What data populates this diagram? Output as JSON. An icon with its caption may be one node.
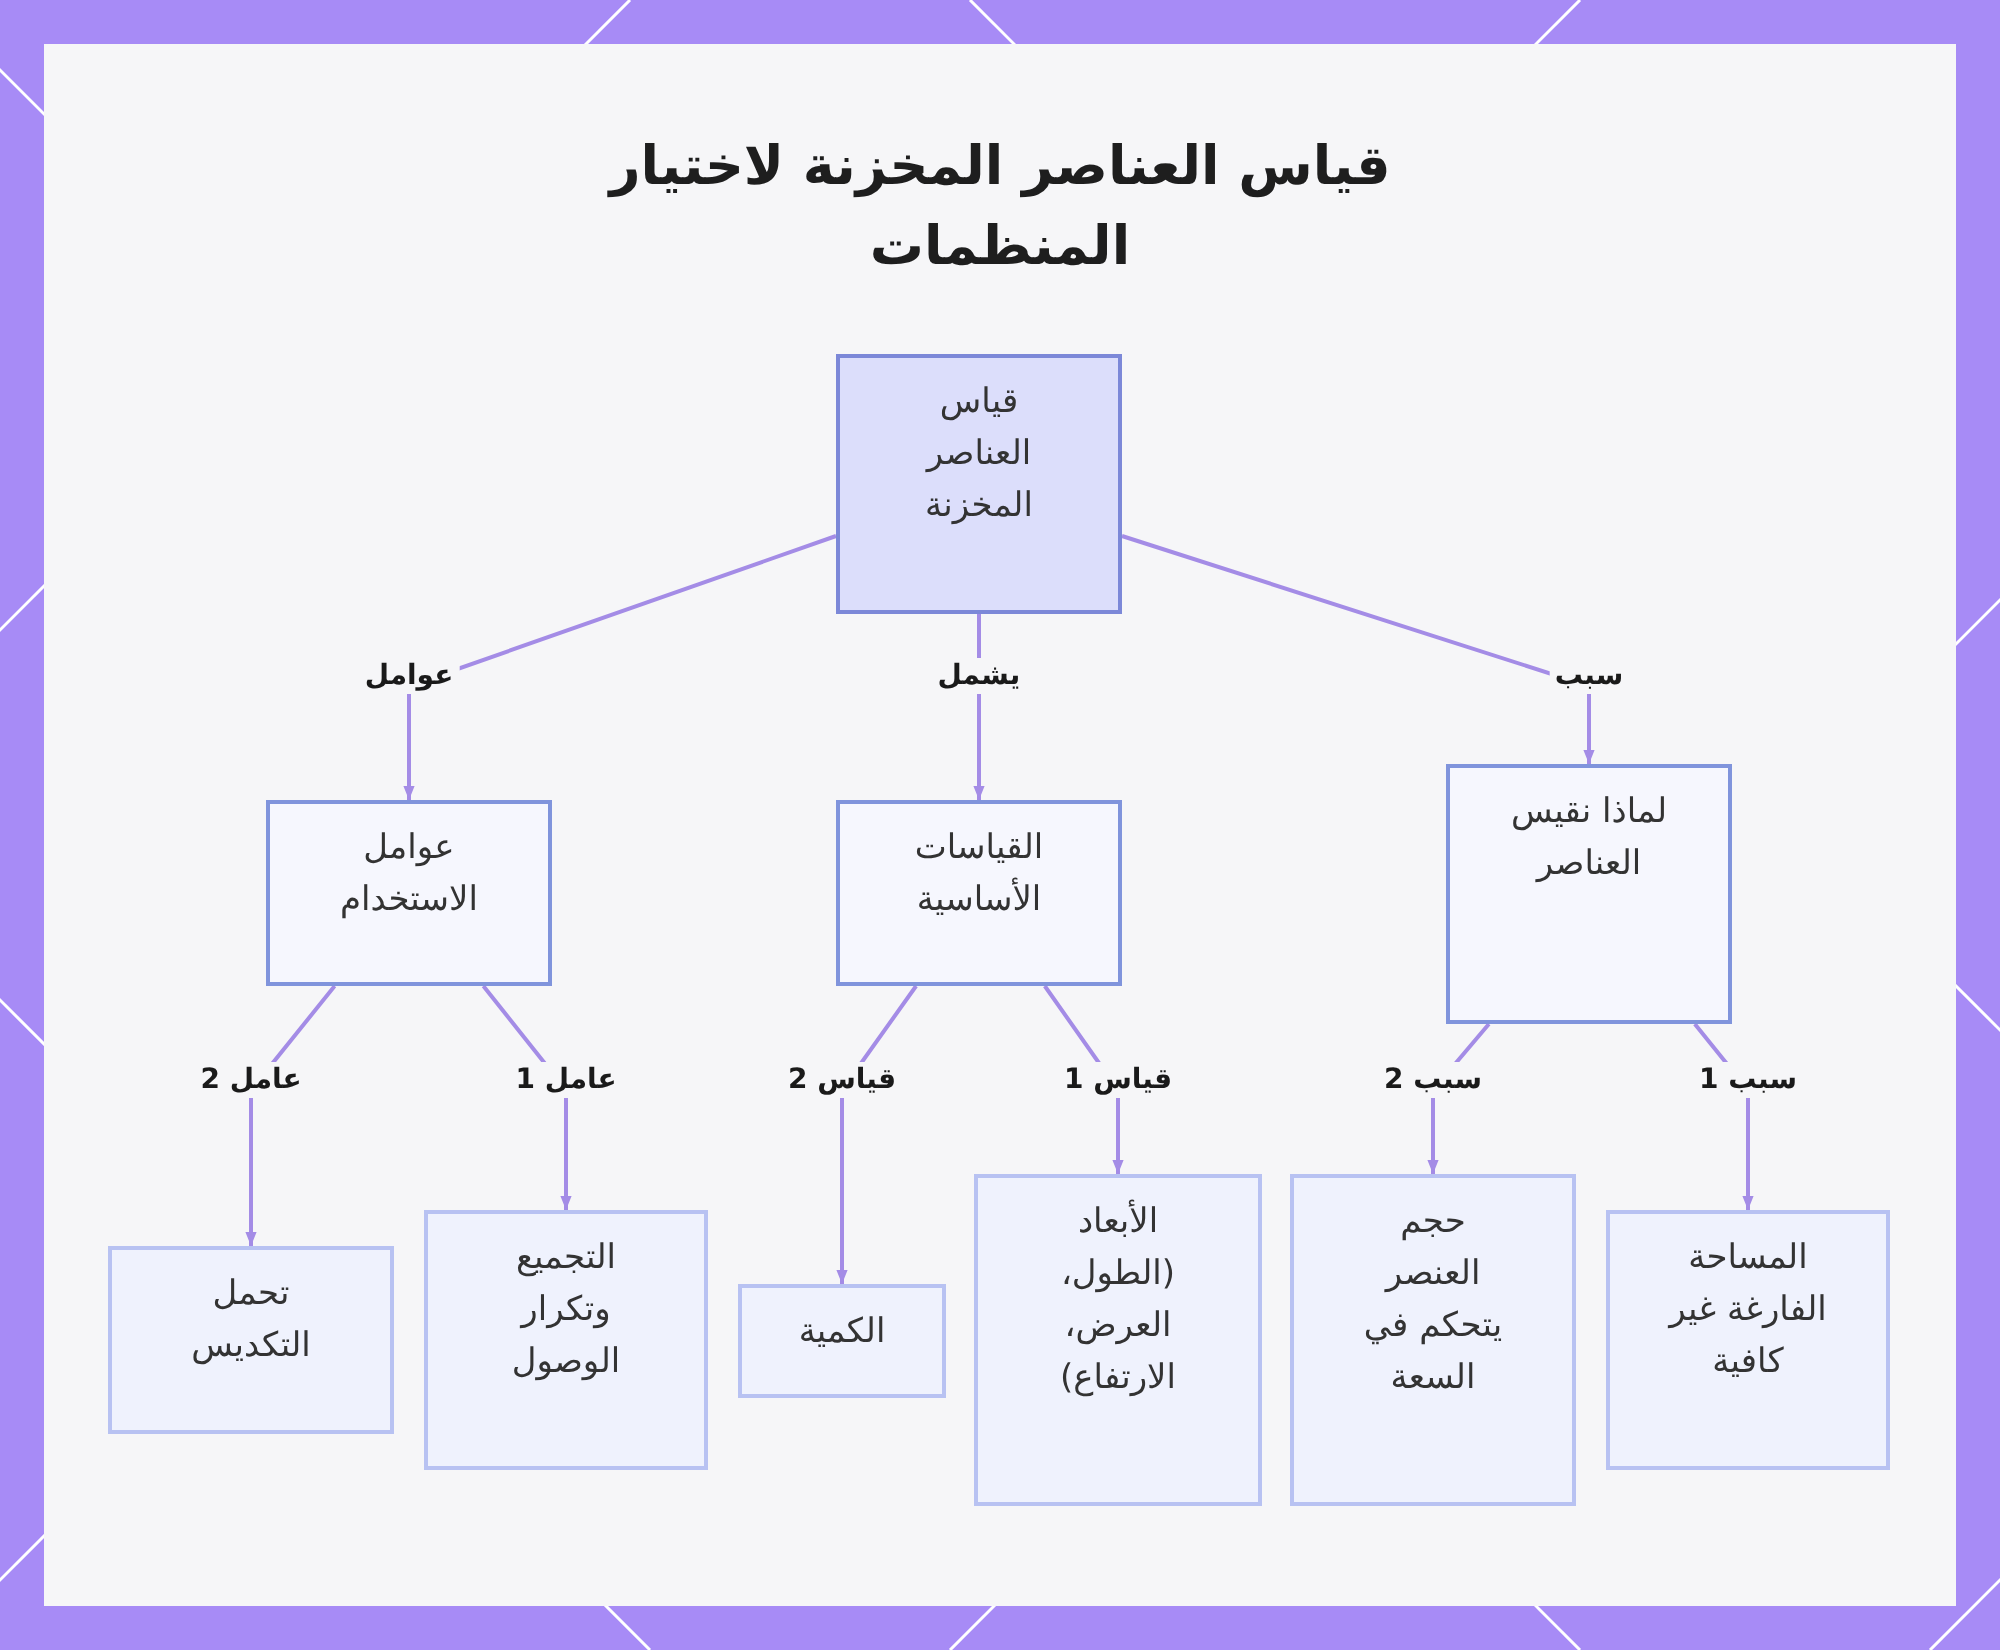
{
  "diagram": {
    "title": "قياس العناصر المخزنة لاختيار المنظمات",
    "nodes": [
      {
        "text": [
          "قياس العناصر المخزنة"
        ]
      },
      {
        "text": [
          "لماذا نقيس العناصر"
        ]
      },
      {
        "text": [
          "القياسات الأساسية"
        ]
      },
      {
        "text": [
          "عوامل الاستخدام"
        ]
      },
      {
        "text": [
          "المساحة الفارغة غير كافية"
        ]
      },
      {
        "text": [
          "حجم العنصر يتحكم في السعة"
        ]
      },
      {
        "text": [
          "الأبعاد (الطول، العرض، الارتفاع)"
        ]
      },
      {
        "text": [
          "الكمية"
        ]
      },
      {
        "text": [
          "التجميع وتكرار الوصول"
        ]
      },
      {
        "text": [
          "تحمل التكديس"
        ]
      }
    ],
    "edges": [
      {
        "from": 0,
        "to": 1,
        "arrow": "to",
        "label": "سبب"
      },
      {
        "from": 0,
        "to": 2,
        "arrow": "to",
        "label": "يشمل"
      },
      {
        "from": 0,
        "to": 3,
        "arrow": "to",
        "label": "عوامل"
      },
      {
        "from": 1,
        "to": 4,
        "arrow": "to",
        "label": "سبب 1"
      },
      {
        "from": 1,
        "to": 5,
        "arrow": "to",
        "label": "سبب 2"
      },
      {
        "from": 2,
        "to": 6,
        "arrow": "to",
        "label": "قياس 1"
      },
      {
        "from": 2,
        "to": 7,
        "arrow": "to",
        "label": "قياس 2"
      },
      {
        "from": 3,
        "to": 8,
        "arrow": "to",
        "label": "عامل 1"
      },
      {
        "from": 3,
        "to": 9,
        "arrow": "to",
        "label": "عامل 2"
      }
    ]
  }
}
